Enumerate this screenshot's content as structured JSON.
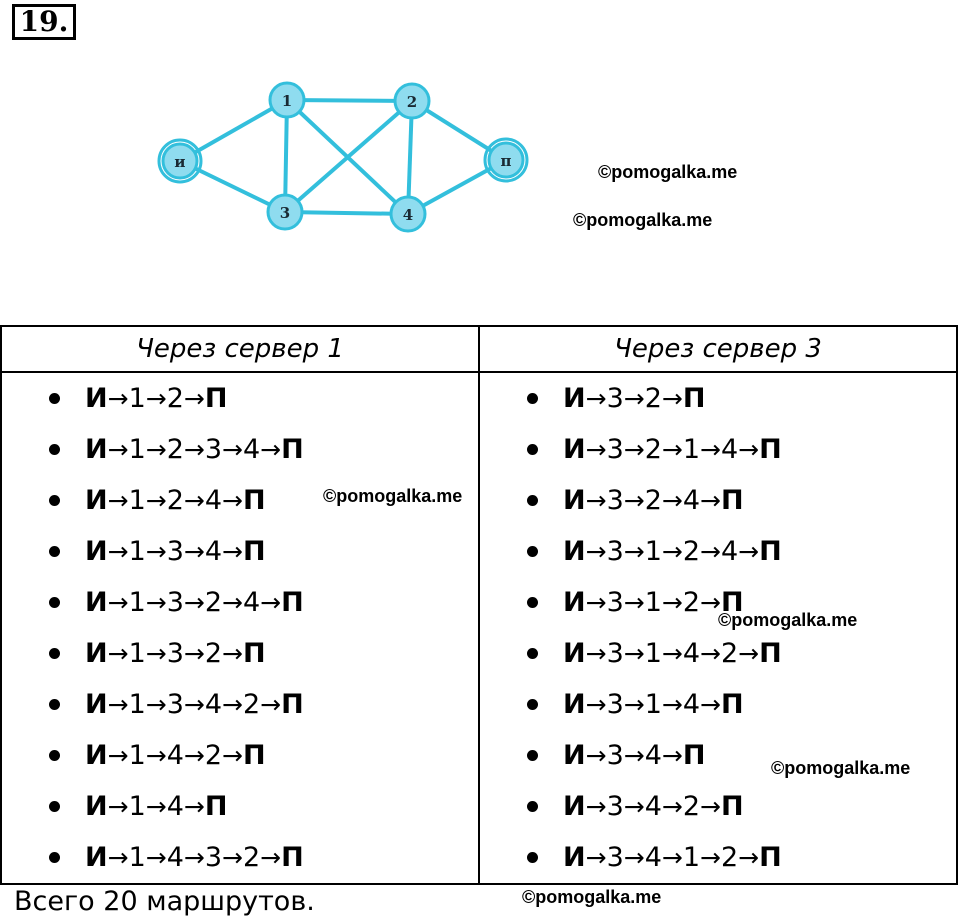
{
  "task_number": "19.",
  "graph": {
    "nodes": [
      "и",
      "1",
      "2",
      "3",
      "4",
      "п"
    ],
    "edges": [
      [
        "и",
        "1"
      ],
      [
        "и",
        "3"
      ],
      [
        "1",
        "2"
      ],
      [
        "1",
        "3"
      ],
      [
        "1",
        "4"
      ],
      [
        "3",
        "2"
      ],
      [
        "3",
        "4"
      ],
      [
        "2",
        "4"
      ],
      [
        "2",
        "п"
      ],
      [
        "4",
        "п"
      ]
    ],
    "edge_color": "#33bfdc",
    "node_fill": "#8fdcef"
  },
  "watermark": "©pomogalka.me",
  "table": {
    "headers": [
      "Через сервер 1",
      "Через сервер 3"
    ],
    "arrow": "→",
    "start": "И",
    "end": "П",
    "columns": [
      [
        [
          "1",
          "2"
        ],
        [
          "1",
          "2",
          "3",
          "4"
        ],
        [
          "1",
          "2",
          "4"
        ],
        [
          "1",
          "3",
          "4"
        ],
        [
          "1",
          "3",
          "2",
          "4"
        ],
        [
          "1",
          "3",
          "2"
        ],
        [
          "1",
          "3",
          "4",
          "2"
        ],
        [
          "1",
          "4",
          "2"
        ],
        [
          "1",
          "4"
        ],
        [
          "1",
          "4",
          "3",
          "2"
        ]
      ],
      [
        [
          "3",
          "2"
        ],
        [
          "3",
          "2",
          "1",
          "4"
        ],
        [
          "3",
          "2",
          "4"
        ],
        [
          "3",
          "1",
          "2",
          "4"
        ],
        [
          "3",
          "1",
          "2"
        ],
        [
          "3",
          "1",
          "4",
          "2"
        ],
        [
          "3",
          "1",
          "4"
        ],
        [
          "3",
          "4"
        ],
        [
          "3",
          "4",
          "2"
        ],
        [
          "3",
          "4",
          "1",
          "2"
        ]
      ]
    ]
  },
  "total": "Всего 20 маршрутов."
}
